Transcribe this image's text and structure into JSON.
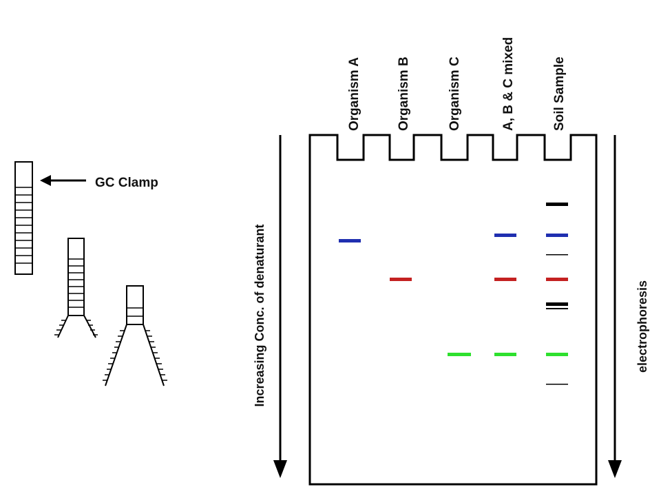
{
  "gc_clamp_label": "GC Clamp",
  "lanes": [
    {
      "label": "Organism A"
    },
    {
      "label": "Organism B"
    },
    {
      "label": "Organism C"
    },
    {
      "label": "A, B & C mixed"
    },
    {
      "label": "Soil Sample"
    }
  ],
  "left_arrow_label": "Increasing Conc. of denaturant",
  "right_arrow_label": "electrophoresis",
  "colors": {
    "blue_band": "#1f2fb0",
    "red_band": "#c42121",
    "green_band": "#2ee02e",
    "black_band": "#000000"
  }
}
